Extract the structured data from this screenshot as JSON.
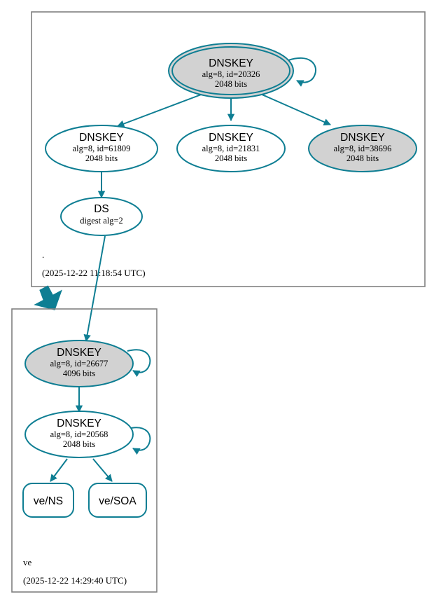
{
  "diagram": {
    "type": "dnssec-authentication-chain",
    "accent_color": "#0e7e93",
    "secure_fill_color": "#d2d2d2",
    "insecure_fill_color": "#ffffff",
    "cluster_border_color": "#808080"
  },
  "clusters": [
    {
      "id": "root-zone",
      "zone_label": ".",
      "timestamp": "(2025-12-22 11:18:54 UTC)"
    },
    {
      "id": "ve-zone",
      "zone_label": "ve",
      "timestamp": "(2025-12-22 14:29:40 UTC)"
    }
  ],
  "nodes": {
    "root_ksk": {
      "title": "DNSKEY",
      "line2": "alg=8, id=20326",
      "line3": "2048 bits",
      "shape": "doubleoctagon-ellipse",
      "filled": true
    },
    "root_zsk_61809": {
      "title": "DNSKEY",
      "line2": "alg=8, id=61809",
      "line3": "2048 bits",
      "shape": "ellipse",
      "filled": false
    },
    "root_zsk_21831": {
      "title": "DNSKEY",
      "line2": "alg=8, id=21831",
      "line3": "2048 bits",
      "shape": "ellipse",
      "filled": false
    },
    "root_zsk_38696": {
      "title": "DNSKEY",
      "line2": "alg=8, id=38696",
      "line3": "2048 bits",
      "shape": "ellipse",
      "filled": true
    },
    "root_ds": {
      "title": "DS",
      "line2": "digest alg=2",
      "line3": "",
      "shape": "ellipse",
      "filled": false
    },
    "ve_ksk_26677": {
      "title": "DNSKEY",
      "line2": "alg=8, id=26677",
      "line3": "4096 bits",
      "shape": "ellipse",
      "filled": true
    },
    "ve_zsk_20568": {
      "title": "DNSKEY",
      "line2": "alg=8, id=20568",
      "line3": "2048 bits",
      "shape": "ellipse",
      "filled": false
    },
    "ve_ns": {
      "title": "ve/NS",
      "line2": "",
      "line3": "",
      "shape": "rounded-rect",
      "filled": false
    },
    "ve_soa": {
      "title": "ve/SOA",
      "line2": "",
      "line3": "",
      "shape": "rounded-rect",
      "filled": false
    }
  },
  "edges": [
    {
      "from": "root_ksk",
      "to": "root_ksk",
      "kind": "self-sign"
    },
    {
      "from": "root_ksk",
      "to": "root_zsk_61809",
      "kind": "sign"
    },
    {
      "from": "root_ksk",
      "to": "root_zsk_21831",
      "kind": "sign"
    },
    {
      "from": "root_ksk",
      "to": "root_zsk_38696",
      "kind": "sign"
    },
    {
      "from": "root_zsk_61809",
      "to": "root_ds",
      "kind": "sign"
    },
    {
      "from": "root_ds",
      "to": "ve_ksk_26677",
      "kind": "delegation"
    },
    {
      "from": "root-zone",
      "to": "ve-zone",
      "kind": "zone-delegation"
    },
    {
      "from": "ve_ksk_26677",
      "to": "ve_ksk_26677",
      "kind": "self-sign"
    },
    {
      "from": "ve_ksk_26677",
      "to": "ve_zsk_20568",
      "kind": "sign"
    },
    {
      "from": "ve_zsk_20568",
      "to": "ve_zsk_20568",
      "kind": "self-sign"
    },
    {
      "from": "ve_zsk_20568",
      "to": "ve_ns",
      "kind": "sign"
    },
    {
      "from": "ve_zsk_20568",
      "to": "ve_soa",
      "kind": "sign"
    }
  ]
}
